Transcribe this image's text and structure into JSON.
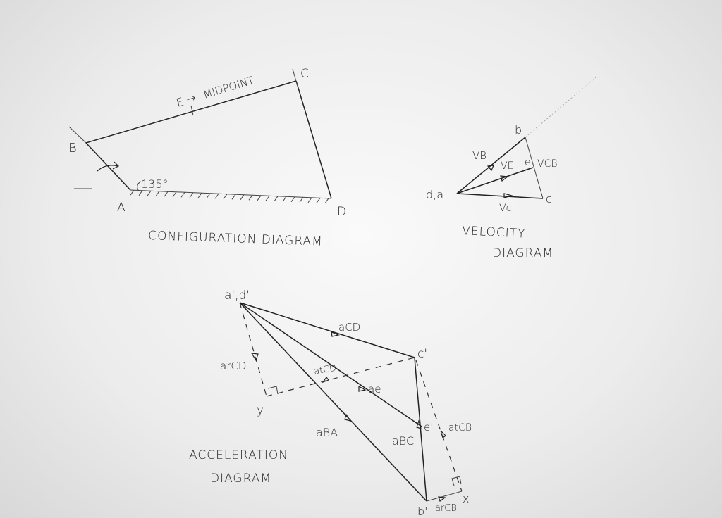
{
  "configuration": {
    "title": "CONFIGURATION DIAGRAM",
    "points": {
      "A": "A",
      "B": "B",
      "C": "C",
      "D": "D"
    },
    "midpoint_label": "E",
    "midpoint_note": "MIDPOINT",
    "angle": "135°"
  },
  "velocity": {
    "title_line1": "VELOCITY",
    "title_line2": "DIAGRAM",
    "points": {
      "da": "d,a",
      "b": "b",
      "c": "c",
      "e": "e"
    },
    "vectors": {
      "vb": "VB",
      "ve": "VE",
      "vcb": "VCB",
      "vc": "Vc"
    }
  },
  "acceleration": {
    "title_line1": "ACCELERATION",
    "title_line2": "DIAGRAM",
    "points": {
      "ad": "a',d'",
      "c": "c'",
      "b": "b'",
      "e": "e'",
      "y": "y",
      "x": "x"
    },
    "vectors": {
      "acd": "aCD",
      "arcd": "arCD",
      "atcd": "atCD",
      "ae": "ae",
      "aba": "aBA",
      "abc": "aBC",
      "atcb": "atCB",
      "arcb": "arCB"
    }
  }
}
